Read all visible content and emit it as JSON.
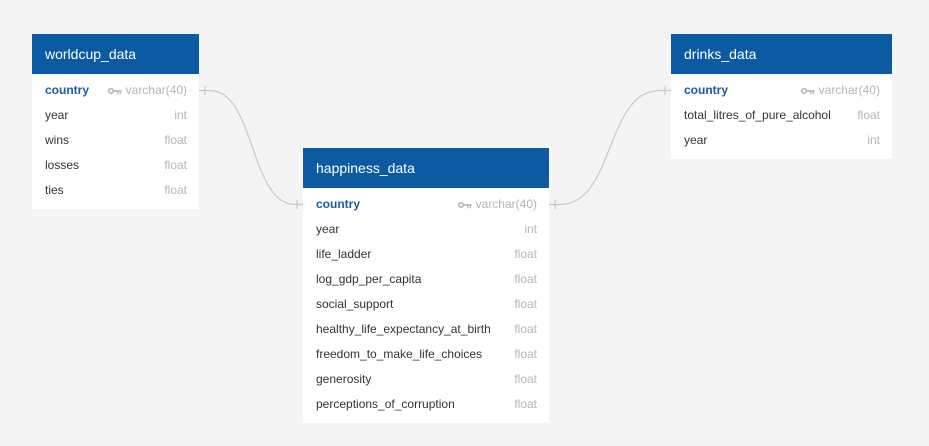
{
  "tables": {
    "worldcup": {
      "title": "worldcup_data",
      "fields": [
        {
          "name": "country",
          "type": "varchar(40)",
          "pk": true
        },
        {
          "name": "year",
          "type": "int"
        },
        {
          "name": "wins",
          "type": "float"
        },
        {
          "name": "losses",
          "type": "float"
        },
        {
          "name": "ties",
          "type": "float"
        }
      ]
    },
    "happiness": {
      "title": "happiness_data",
      "fields": [
        {
          "name": "country",
          "type": "varchar(40)",
          "pk": true
        },
        {
          "name": "year",
          "type": "int"
        },
        {
          "name": "life_ladder",
          "type": "float"
        },
        {
          "name": "log_gdp_per_capita",
          "type": "float"
        },
        {
          "name": "social_support",
          "type": "float"
        },
        {
          "name": "healthy_life_expectancy_at_birth",
          "type": "float"
        },
        {
          "name": "freedom_to_make_life_choices",
          "type": "float"
        },
        {
          "name": "generosity",
          "type": "float"
        },
        {
          "name": "perceptions_of_corruption",
          "type": "float"
        }
      ]
    },
    "drinks": {
      "title": "drinks_data",
      "fields": [
        {
          "name": "country",
          "type": "varchar(40)",
          "pk": true
        },
        {
          "name": "total_litres_of_pure_alcohol",
          "type": "float"
        },
        {
          "name": "year",
          "type": "int"
        }
      ]
    }
  },
  "relationships": [
    {
      "from": "worldcup_data.country",
      "to": "happiness_data.country"
    },
    {
      "from": "happiness_data.country",
      "to": "drinks_data.country"
    }
  ],
  "colors": {
    "header": "#0b5aa2",
    "background": "#f4f4f4",
    "pk_text": "#1a5c9e",
    "type_text": "#b5b5b5",
    "connector": "#c8c8c8"
  },
  "icons": {
    "primary_key": "key-icon"
  }
}
